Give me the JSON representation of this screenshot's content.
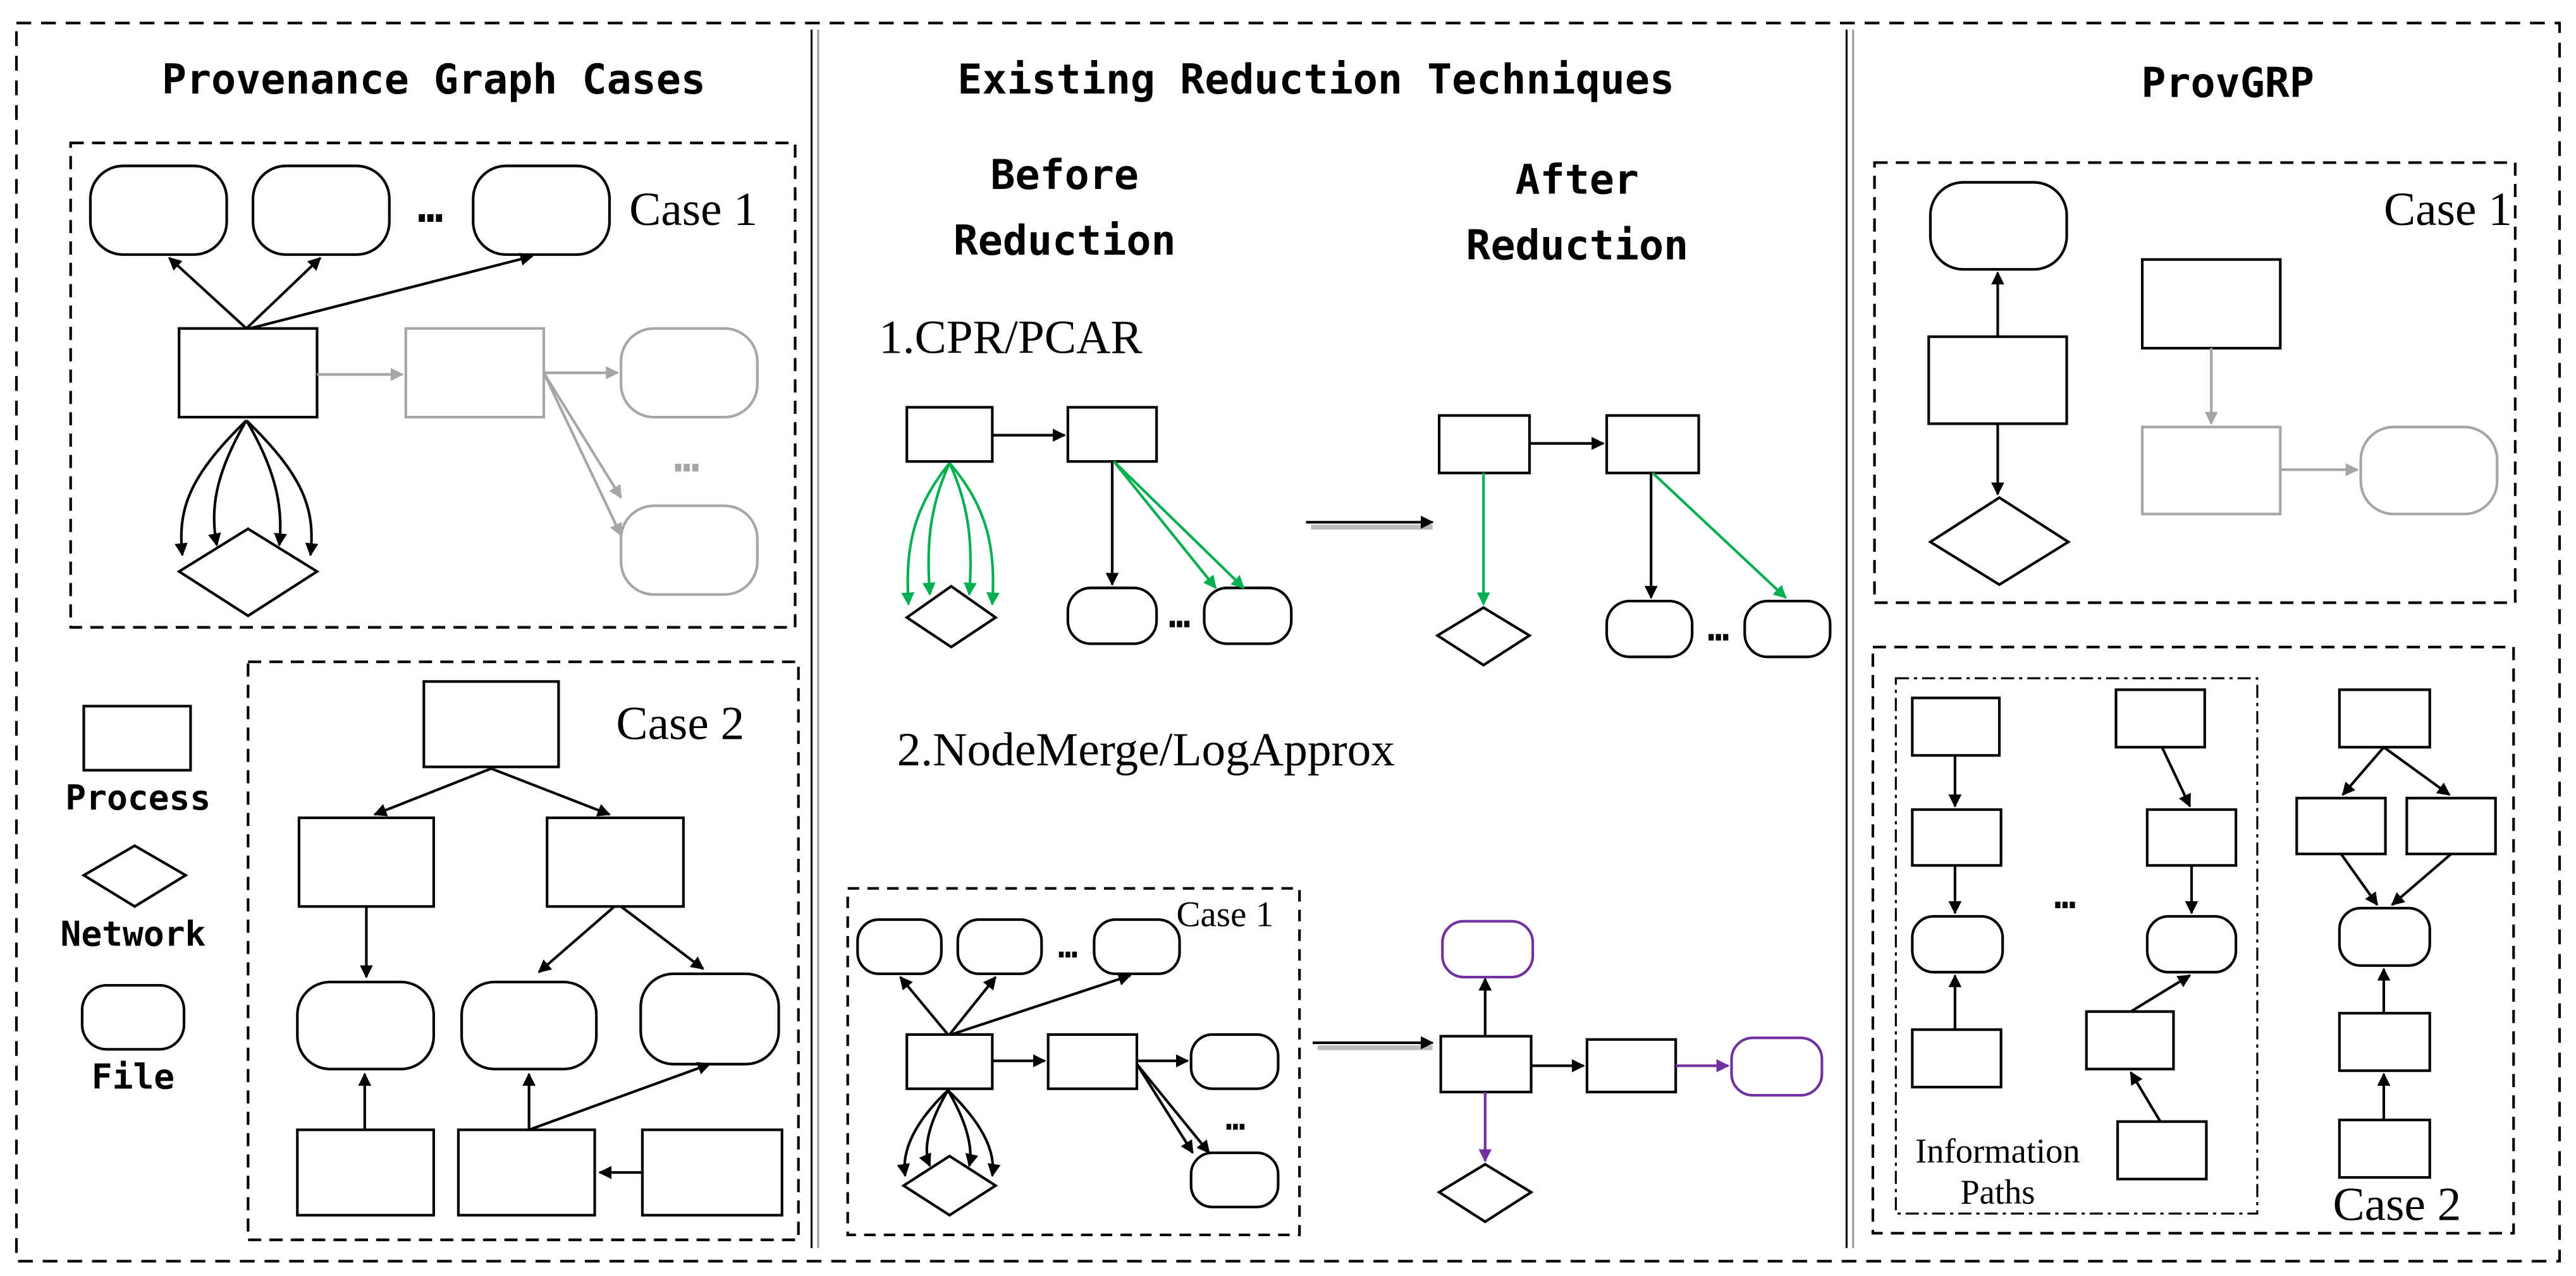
{
  "panels": {
    "left": {
      "title": "Provenance Graph Cases",
      "case1": "Case 1",
      "case2": "Case 2"
    },
    "middle": {
      "title": "Existing Reduction Techniques",
      "before_line1": "Before",
      "before_line2": "Reduction",
      "after_line1": "After",
      "after_line2": "Reduction",
      "technique1": "1.CPR/PCAR",
      "technique2": "2.NodeMerge/LogApprox",
      "case1": "Case 1"
    },
    "right": {
      "title": "ProvGRP",
      "case1": "Case 1",
      "case2": "Case 2",
      "info_line1": "Information",
      "info_line2": "Paths"
    }
  },
  "legend": {
    "process": "Process",
    "network": "Network",
    "file": "File"
  },
  "ellipsis": "…",
  "colors": {
    "black": "#000000",
    "gray": "#a6a6a6",
    "green": "#00b050",
    "purple": "#7030a0"
  }
}
